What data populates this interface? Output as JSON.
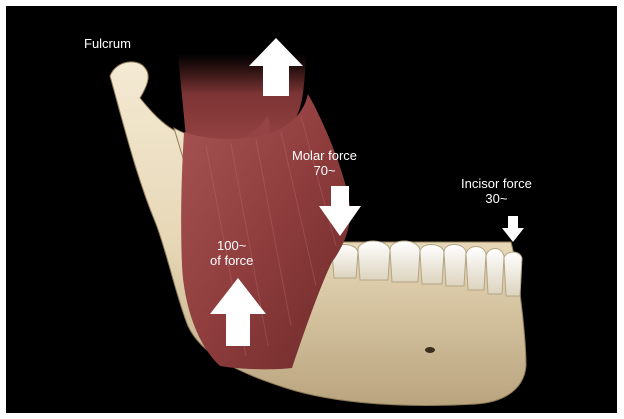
{
  "labels": {
    "fulcrum": "Fulcrum",
    "molar": {
      "line1": "Molar force",
      "line2": "70~"
    },
    "incisor": {
      "line1": "Incisor force",
      "line2": "30~"
    },
    "muscle": {
      "line1": "100~",
      "line2": "of force"
    }
  },
  "colors": {
    "background": "#000000",
    "bone": "#e8dcc0",
    "muscle": "#9a4646",
    "arrow": "#ffffff"
  }
}
